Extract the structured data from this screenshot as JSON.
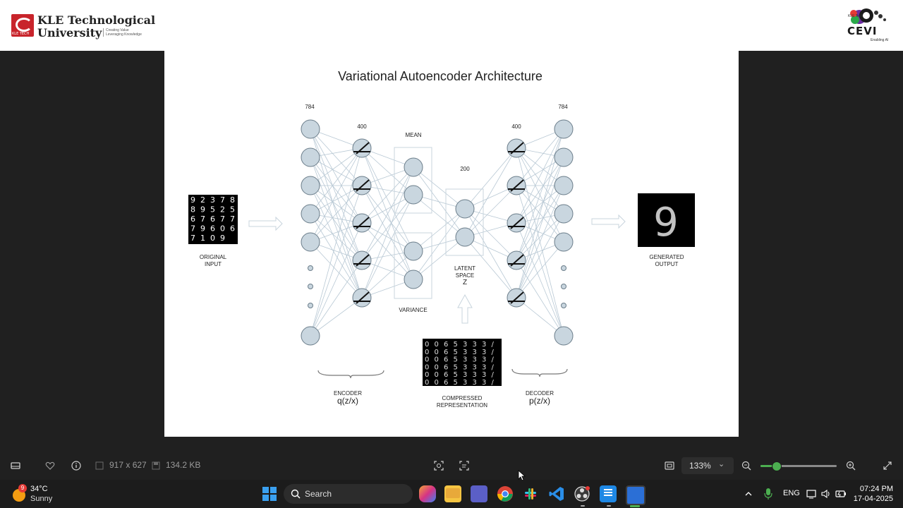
{
  "header": {
    "university_line1": "KLE Technological",
    "university_line2": "University",
    "logo_text": "KLE TECH",
    "tagline_line1": "Creating Value",
    "tagline_line2": "Leveraging Knowledge",
    "right_logo_top": "KLE Tech",
    "right_logo_name": "CEVI",
    "right_logo_sub": "Enabling AI"
  },
  "slide": {
    "title": "Variational Autoencoder Architecture",
    "counts": {
      "input": "784",
      "enc_hidden": "400",
      "latent": "200",
      "dec_hidden": "400",
      "output": "784"
    },
    "mean_label": "MEAN",
    "variance_label": "VARIANCE",
    "latent_label_1": "LATENT",
    "latent_label_2": "SPACE",
    "latent_var": "Z",
    "original_label_1": "ORIGINAL",
    "original_label_2": "INPUT",
    "generated_label_1": "GENERATED",
    "generated_label_2": "OUTPUT",
    "encoder_label": "ENCODER",
    "encoder_formula": "q(z/x)",
    "decoder_label": "DECODER",
    "decoder_formula": "p(z/x)",
    "compressed_label_1": "COMPRESSED",
    "compressed_label_2": "REPRESENTATION",
    "generated_digit": "9",
    "digit_grid": [
      "9",
      "2",
      "3",
      "7",
      "8",
      "8",
      "9",
      "5",
      "2",
      "5",
      "6",
      "7",
      "6",
      "7",
      "7",
      "7",
      "9",
      "6",
      "0",
      "6",
      "7",
      "1",
      "0",
      "9"
    ],
    "latent_grid": [
      "0",
      "0",
      "6",
      "5",
      "3",
      "3",
      "3",
      "/"
    ]
  },
  "viewer": {
    "dimensions": "917 x 627",
    "file_size": "134.2 KB",
    "zoom": "133%",
    "zoom_level": 0.2
  },
  "taskbar": {
    "weather_temp": "34°C",
    "weather_desc": "Sunny",
    "weather_badge": "9",
    "search_placeholder": "Search",
    "language": "ENG",
    "time": "07:24 PM",
    "date": "17-04-2025"
  },
  "colors": {
    "node_fill": "#c9d6df",
    "node_stroke": "#6b7d8a",
    "edge": "#b8c8d4",
    "accent_green": "#4caf50"
  }
}
